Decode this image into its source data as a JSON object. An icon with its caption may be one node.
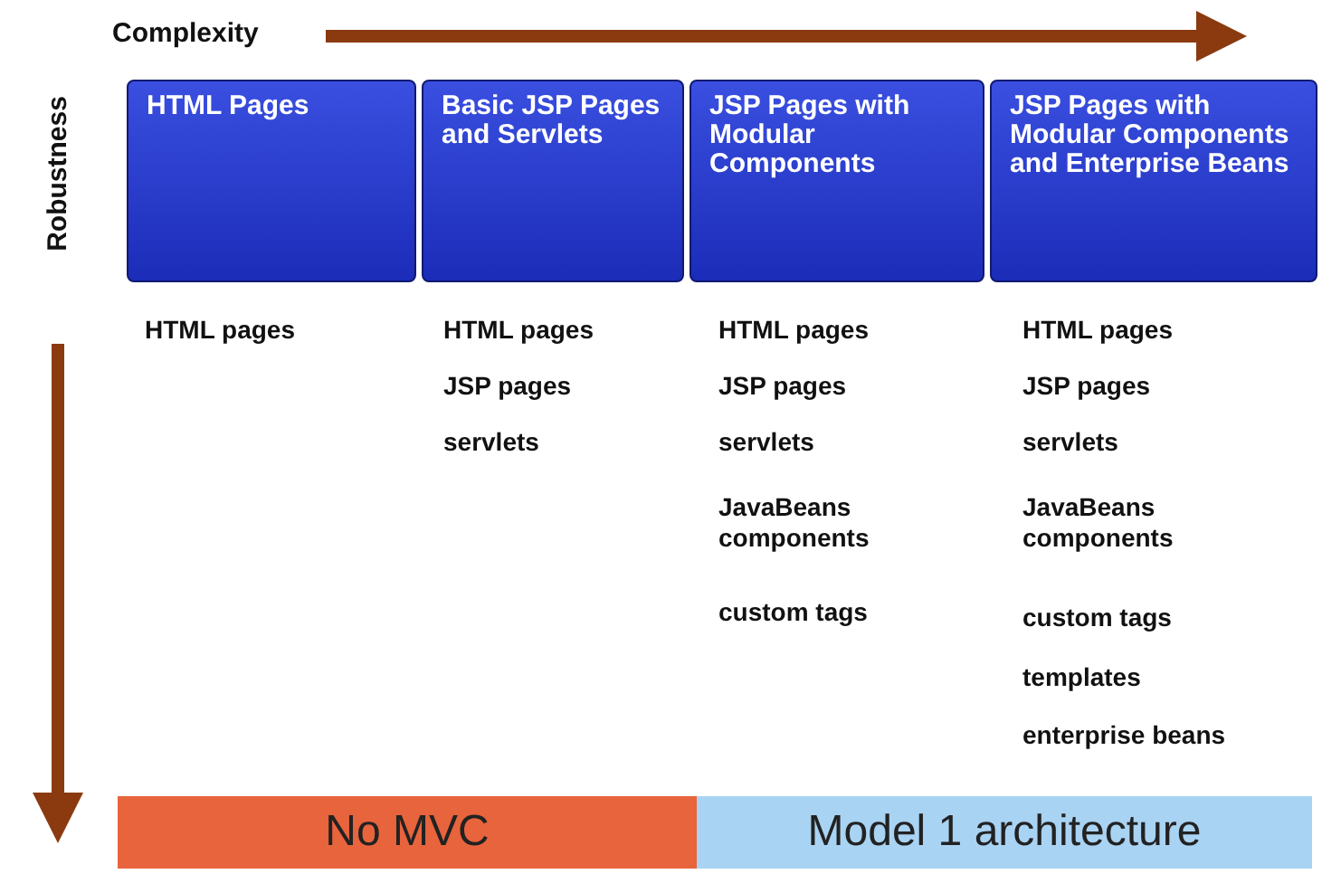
{
  "diagram": {
    "nodes": [
      {
        "text": [
          "HTML Pages"
        ]
      },
      {
        "text": [
          "Basic JSP Pages and Servlets"
        ]
      },
      {
        "text": [
          "JSP Pages with Modular Components"
        ]
      },
      {
        "text": [
          "JSP Pages with Modular Components and Enterprise Beans"
        ]
      },
      {
        "text": [
          "No MVC"
        ]
      },
      {
        "text": [
          "Model 1 architecture"
        ]
      }
    ],
    "labels": [
      "Complexity",
      "Robustness",
      "HTML pages",
      "HTML pages",
      "HTML pages",
      "HTML pages",
      "JSP pages",
      "JSP pages",
      "JSP pages",
      "servlets",
      "servlets",
      "servlets",
      "JavaBeans components",
      "JavaBeans components",
      "custom tags",
      "custom tags",
      "templates",
      "enterprise beans"
    ]
  }
}
